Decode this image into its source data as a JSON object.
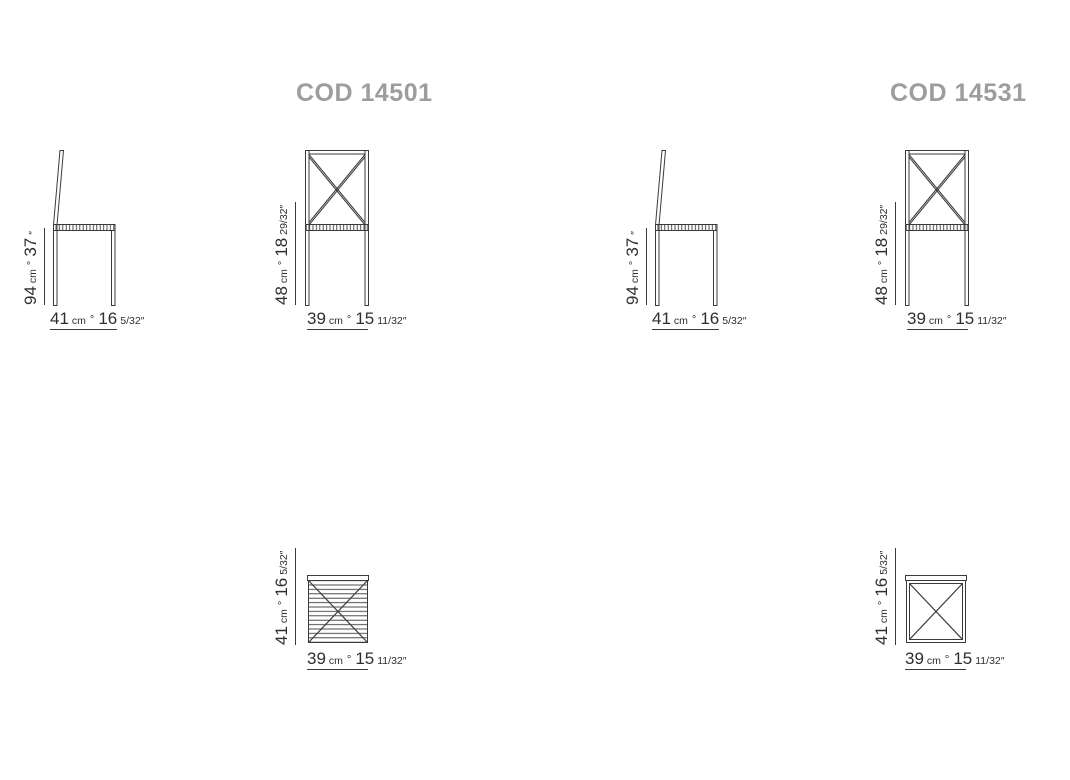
{
  "ui": {
    "separator": "°"
  },
  "products": [
    {
      "code": "COD 14501",
      "side": {
        "height": {
          "cm": "94",
          "cm_unit": "cm",
          "in": "37",
          "in_frac": "″"
        },
        "width": {
          "cm": "41",
          "cm_unit": "cm",
          "in": "16",
          "in_frac": "5/32″"
        }
      },
      "front": {
        "height": {
          "cm": "48",
          "cm_unit": "cm",
          "in": "18",
          "in_frac": "29/32″"
        },
        "width": {
          "cm": "39",
          "cm_unit": "cm",
          "in": "15",
          "in_frac": "11/32″"
        }
      },
      "top": {
        "depth": {
          "cm": "41",
          "cm_unit": "cm",
          "in": "16",
          "in_frac": "5/32″"
        },
        "width": {
          "cm": "39",
          "cm_unit": "cm",
          "in": "15",
          "in_frac": "11/32″"
        }
      }
    },
    {
      "code": "COD 14531",
      "side": {
        "height": {
          "cm": "94",
          "cm_unit": "cm",
          "in": "37",
          "in_frac": "″"
        },
        "width": {
          "cm": "41",
          "cm_unit": "cm",
          "in": "16",
          "in_frac": "5/32″"
        }
      },
      "front": {
        "height": {
          "cm": "48",
          "cm_unit": "cm",
          "in": "18",
          "in_frac": "29/32″"
        },
        "width": {
          "cm": "39",
          "cm_unit": "cm",
          "in": "15",
          "in_frac": "11/32″"
        }
      },
      "top": {
        "depth": {
          "cm": "41",
          "cm_unit": "cm",
          "in": "16",
          "in_frac": "5/32″"
        },
        "width": {
          "cm": "39",
          "cm_unit": "cm",
          "in": "15",
          "in_frac": "11/32″"
        }
      }
    }
  ]
}
